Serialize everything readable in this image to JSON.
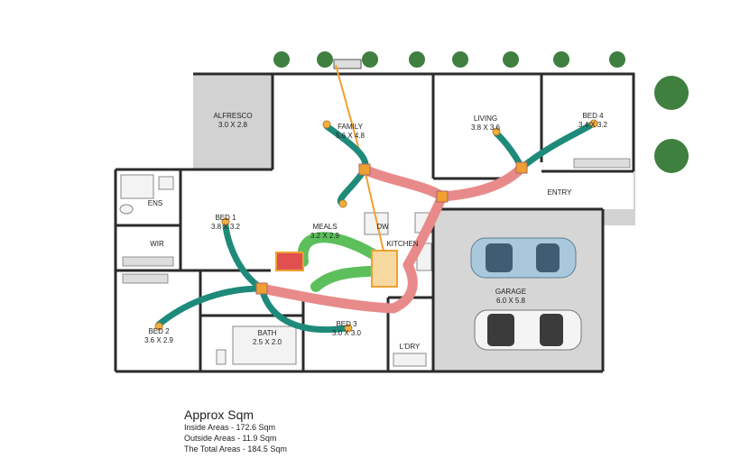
{
  "rooms": [
    {
      "id": "alfresco",
      "name": "ALFRESCO",
      "dims": "3.0 X 2.8"
    },
    {
      "id": "family",
      "name": "FAMILY",
      "dims": "5.6 X 4.8"
    },
    {
      "id": "living",
      "name": "LIVING",
      "dims": "3.8 X 3.6"
    },
    {
      "id": "bed4",
      "name": "BED 4",
      "dims": "3.4 X 3.2"
    },
    {
      "id": "ens",
      "name": "ENS",
      "dims": ""
    },
    {
      "id": "bed1",
      "name": "BED 1",
      "dims": "3.8 X 3.2"
    },
    {
      "id": "wir",
      "name": "WIR",
      "dims": ""
    },
    {
      "id": "meals",
      "name": "MEALS",
      "dims": "3.2 X 2.9"
    },
    {
      "id": "dw",
      "name": "DW",
      "dims": ""
    },
    {
      "id": "kitchen",
      "name": "KITCHEN",
      "dims": ""
    },
    {
      "id": "entry",
      "name": "ENTRY",
      "dims": ""
    },
    {
      "id": "garage",
      "name": "GARAGE",
      "dims": "6.0 X 5.8"
    },
    {
      "id": "bed2",
      "name": "BED 2",
      "dims": "3.6 X 2.9"
    },
    {
      "id": "bath",
      "name": "BATH",
      "dims": "2.5 X 2.0"
    },
    {
      "id": "bed3",
      "name": "BED 3",
      "dims": "3.0 X 3.0"
    },
    {
      "id": "ldry",
      "name": "L'DRY",
      "dims": ""
    }
  ],
  "areas": {
    "title": "Approx Sqm",
    "inside": "Inside Areas - 172.6 Sqm",
    "outside": "Outside Areas - 11.9 Sqm",
    "total": "The Total Areas - 184.5 Sqm"
  },
  "colors": {
    "wall": "#2b2b2b",
    "paved": "#d4d4d4",
    "duct_supply": "#1e8a7a",
    "duct_return": "#e98a8a",
    "duct_main": "#5cbf5c",
    "unit": "#f0a030"
  }
}
